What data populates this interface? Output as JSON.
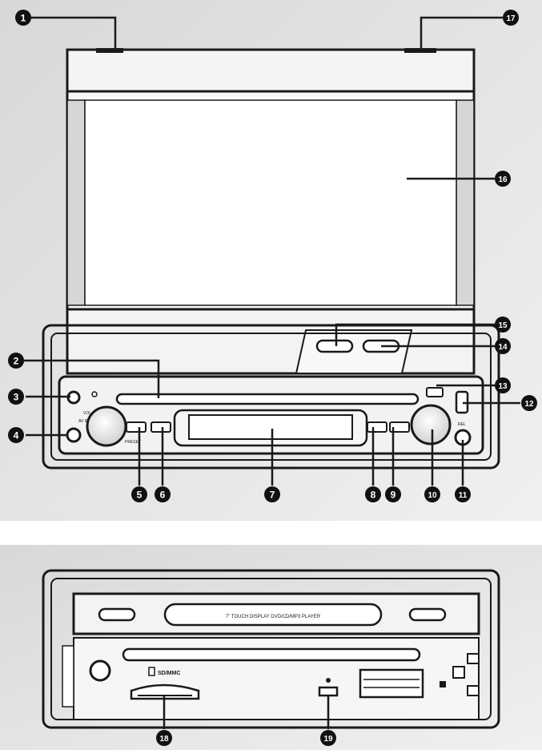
{
  "figure": {
    "callouts": [
      {
        "id": "c1",
        "number": "1"
      },
      {
        "id": "c2",
        "number": "2"
      },
      {
        "id": "c3",
        "number": "3"
      },
      {
        "id": "c4",
        "number": "4"
      },
      {
        "id": "c5",
        "number": "5"
      },
      {
        "id": "c6",
        "number": "6"
      },
      {
        "id": "c7",
        "number": "7"
      },
      {
        "id": "c8",
        "number": "8"
      },
      {
        "id": "c9",
        "number": "9"
      },
      {
        "id": "c10",
        "number": "10"
      },
      {
        "id": "c11",
        "number": "11"
      },
      {
        "id": "c12",
        "number": "12"
      },
      {
        "id": "c13",
        "number": "13"
      },
      {
        "id": "c14",
        "number": "14"
      },
      {
        "id": "c15",
        "number": "15"
      },
      {
        "id": "c16",
        "number": "16"
      },
      {
        "id": "c17",
        "number": "17"
      },
      {
        "id": "c18",
        "number": "18"
      },
      {
        "id": "c19",
        "number": "19"
      }
    ],
    "labels": {
      "vol": "VOL",
      "preset": "PRESET",
      "av_in": "AV IN",
      "rel": "REL",
      "sd_mmc": "SD/MMC",
      "faceplate_text": "7\" TOUCH DISPLAY DVD/CD/MP3 PLAYER"
    },
    "colors": {
      "panel_bg": "#e4e4e4",
      "outline": "#1a1a1a",
      "body_fill": "#f2f2f2",
      "shade": "#cfcfcf",
      "callout_fill": "#111111",
      "callout_text": "#ffffff"
    }
  }
}
